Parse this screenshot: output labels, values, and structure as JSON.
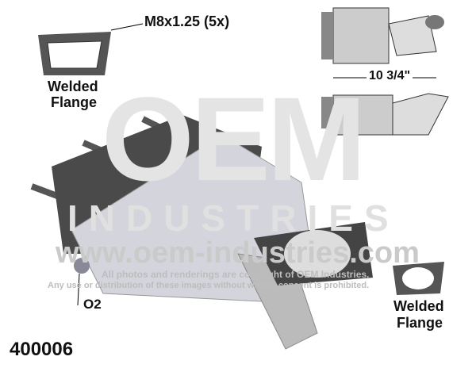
{
  "labels": {
    "bolt_spec": "M8x1.25 (5x)",
    "flange_top": [
      "Welded",
      "Flange"
    ],
    "flange_bottom": [
      "Welded",
      "Flange"
    ],
    "length": "10 3/4\"",
    "sensor": "O2",
    "part_number": "400006"
  },
  "watermark": {
    "logo": "OEM",
    "logo_sub": "INDUSTRIES",
    "url": "www.oem-industries.com",
    "line1": "All photos and renderings are copyright of OEM Industries.",
    "line2": "Any use or distribution of these images without written consent is prohibited."
  }
}
